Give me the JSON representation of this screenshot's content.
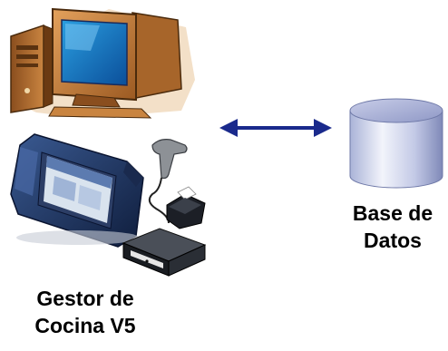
{
  "client": {
    "caption_line1": "Gestor de",
    "caption_line2": "Cocina V5",
    "computer_icon": "desktop-computer-icon",
    "pos_icon": "pos-terminal-icon",
    "scanner_icon": "barcode-scanner-icon",
    "printer_icon": "receipt-printer-icon",
    "drawer_icon": "cash-drawer-icon"
  },
  "server": {
    "caption_line1": "Base de",
    "caption_line2": "Datos",
    "icon": "database-cylinder-icon"
  },
  "connection": {
    "icon": "double-arrow-icon",
    "color": "#1a2a8c"
  }
}
